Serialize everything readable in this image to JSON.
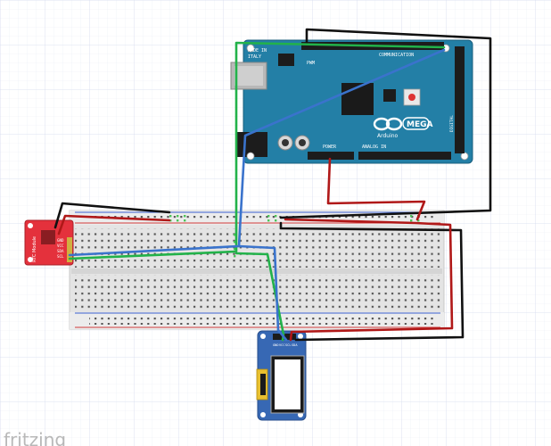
{
  "app": {
    "watermark": "fritzing"
  },
  "arduino": {
    "made_in": "MADE IN",
    "country": "ITALY",
    "pwm": "PWM",
    "communication": "COMMUNICATION",
    "brand": "Arduino",
    "model": "MEGA",
    "power_header": "POWER",
    "analog_header": "ANALOG IN",
    "digital_label": "DIGITAL"
  },
  "rtc_module": {
    "label": "RTC Module",
    "pins": [
      "GND",
      "VCC",
      "SDA",
      "SCL"
    ]
  },
  "oled": {
    "pin_labels": [
      "GND",
      "VCC",
      "SCL",
      "SDA"
    ]
  },
  "colors": {
    "grid": "#e4e8f4",
    "arduino_board": "#237fa6",
    "rtc_board": "#e4313c",
    "oled_board": "#3768b4",
    "wire_black": "#111111",
    "wire_red": "#b01818",
    "wire_green": "#22b24a",
    "wire_blue": "#3a73cc",
    "breadboard": "#e6e6e6"
  }
}
